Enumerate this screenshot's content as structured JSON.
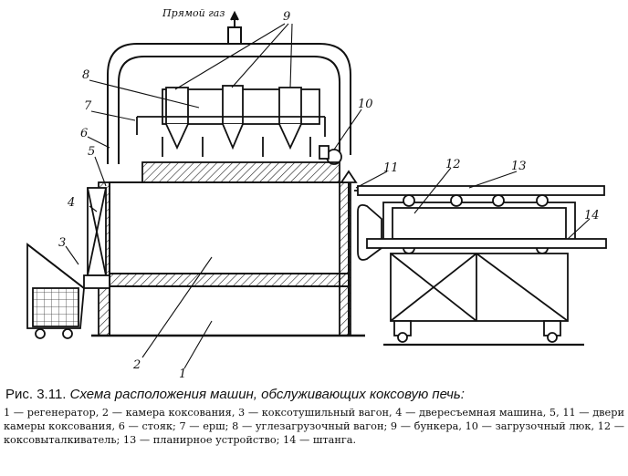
{
  "figure": {
    "gas_label": "Прямой газ",
    "callouts": [
      "9",
      "8",
      "7",
      "6",
      "5",
      "4",
      "3",
      "10",
      "11",
      "12",
      "13",
      "14",
      "2",
      "1"
    ]
  },
  "caption": {
    "lead": "Рис. 3.11.",
    "title": "Схема расположения машин, обслуживающих коксовую печь:",
    "legend": "1 — регенератор, 2 — камера коксования, 3 — коксотушильный вагон, 4 — двересъемная машина, 5, 11 — двери камеры коксования, 6 — стояк; 7 — ерш; 8 — углезагрузочный вагон; 9 — бункера, 10 — загрузочный люк, 12 — коксовыталкиватель; 13 — планирное устройство; 14 — штанга."
  }
}
